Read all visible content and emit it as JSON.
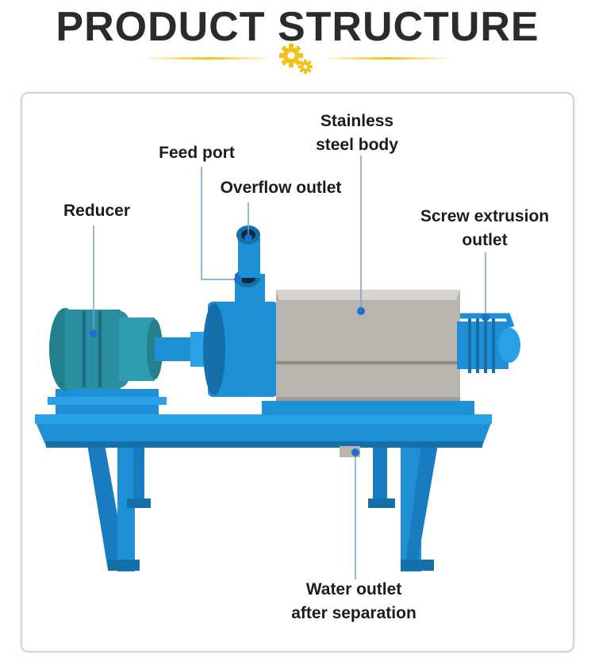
{
  "header": {
    "title": "PRODUCT STRUCTURE"
  },
  "labels": {
    "feed_port": "Feed port",
    "stainless_line1": "Stainless",
    "stainless_line2": "steel body",
    "overflow_outlet": "Overflow outlet",
    "reducer": "Reducer",
    "screw_line1": "Screw extrusion",
    "screw_line2": "outlet",
    "water_line1": "Water outlet",
    "water_line2": "after separation"
  },
  "colors": {
    "machine_blue": "#1f8fd6",
    "machine_blue_dark": "#156fa8",
    "reducer_teal": "#2a8fa0",
    "steel": "#b9b4ad",
    "gear_yellow": "#f2c21b",
    "leader_line": "#6fa3c8"
  }
}
